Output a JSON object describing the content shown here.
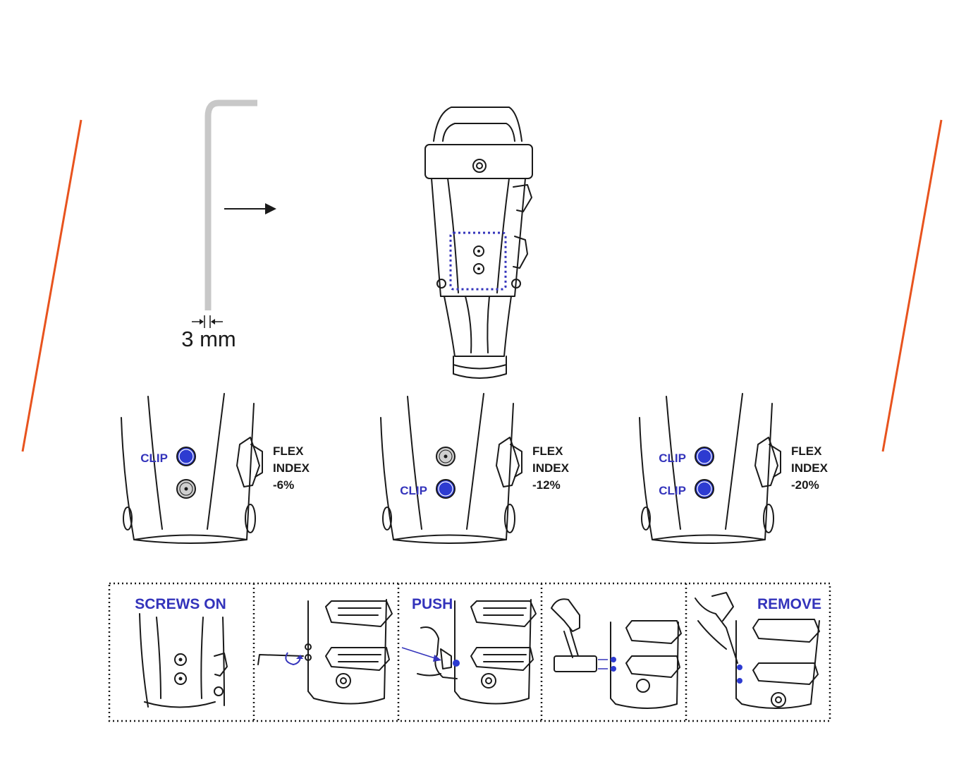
{
  "tool": {
    "size_label": "3 mm"
  },
  "flex_settings": [
    {
      "id": "a",
      "top_label": "CLIP",
      "bottom_label": "",
      "top_clip": true,
      "bottom_clip": false,
      "line1": "FLEX",
      "line2": "INDEX",
      "value": "-6%"
    },
    {
      "id": "b",
      "top_label": "",
      "bottom_label": "CLIP",
      "top_clip": false,
      "bottom_clip": true,
      "line1": "FLEX",
      "line2": "INDEX",
      "value": "-12%"
    },
    {
      "id": "c",
      "top_label": "CLIP",
      "bottom_label": "CLIP",
      "top_clip": true,
      "bottom_clip": true,
      "line1": "FLEX",
      "line2": "INDEX",
      "value": "-20%"
    }
  ],
  "steps": [
    {
      "label": "SCREWS ON"
    },
    {
      "label": ""
    },
    {
      "label": "PUSH"
    },
    {
      "label": ""
    },
    {
      "label": "REMOVE"
    }
  ],
  "colors": {
    "accent_blue": "#3333bb",
    "clip_blue": "#2d3bd1",
    "orange_rule": "#e8531e",
    "line": "#1a1a1a",
    "tool_grey": "#c8c8c8"
  }
}
